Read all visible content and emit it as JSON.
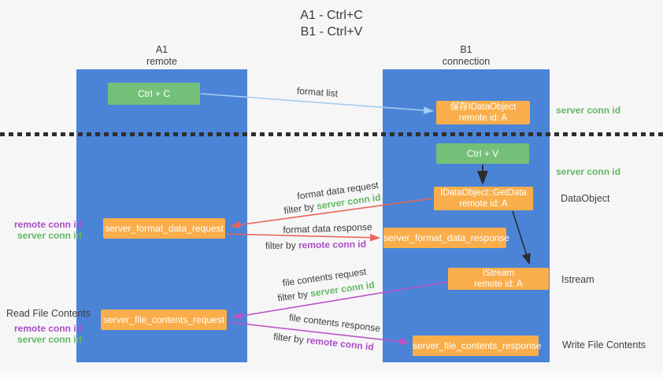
{
  "title": {
    "line1": "A1 - Ctrl+C",
    "line2": "B1 - Ctrl+V"
  },
  "lanes": {
    "left": {
      "name": "A1",
      "role": "remote"
    },
    "right": {
      "name": "B1",
      "role": "connection"
    }
  },
  "boxes": {
    "ctrl_c": {
      "label": "Ctrl + C"
    },
    "ctrl_v": {
      "label": "Ctrl + V"
    },
    "save_idataobject": {
      "line1": "保存IDataObject",
      "line2": "remote id: A"
    },
    "idataobject_getdata": {
      "line1": "IDataObject::GetData",
      "line2": "remote id: A"
    },
    "istream": {
      "line1": "IStream",
      "line2": "remote id: A"
    },
    "server_format_data_request": {
      "label": "server_format_data_request"
    },
    "server_format_data_response": {
      "label": "server_format_data_response"
    },
    "server_file_contents_request": {
      "label": "server_file_contents_request"
    },
    "server_file_contents_response": {
      "label": "server_file_contents_response"
    }
  },
  "arrows": {
    "format_list": {
      "label": "format list"
    },
    "format_data_request": {
      "label": "format data request",
      "filter_prefix": "filter by",
      "filter_key": "server conn id"
    },
    "format_data_response": {
      "label": "format data response",
      "filter_prefix": "filter by",
      "filter_key": "remote conn id"
    },
    "file_contents_request": {
      "label": "file contents request",
      "filter_prefix": "filter by",
      "filter_key": "server conn id"
    },
    "file_contents_response": {
      "label": "file contents response",
      "filter_prefix": "filter by",
      "filter_key": "remote conn id"
    }
  },
  "annotations": {
    "server_conn_id": "server conn id",
    "remote_conn_id": "remote conn id",
    "dataobject": "DataObject",
    "istream": "Istream",
    "read_file_contents": "Read File Contents",
    "write_file_contents": "Write File Contents"
  },
  "colors": {
    "lane_blue": "#4b84d6",
    "box_orange": "#f9ae4b",
    "box_green": "#75c078",
    "arrow_red": "#e8645c",
    "arrow_magenta": "#bb54c4",
    "arrow_lightblue": "#a5cdef",
    "arrow_black": "#2d2d2d",
    "text_green": "#62b962",
    "text_purple": "#ab4ec6"
  }
}
